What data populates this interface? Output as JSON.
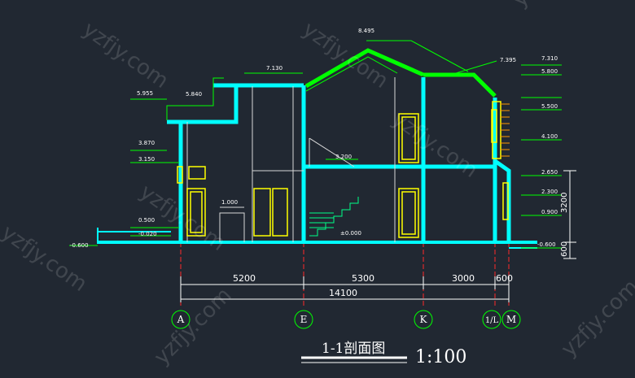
{
  "drawing": {
    "title": "1-1剖面图",
    "scale": "1:100",
    "watermark": "yzfjy.com"
  },
  "elevations": {
    "ridge": "8.495",
    "roof_left": "7.130",
    "right_top_a": "7.395",
    "right_top_b": "7.310",
    "left_5955": "5.955",
    "left_5840": "5.840",
    "left_3870": "3.870",
    "left_3150": "3.150",
    "left_0500": "0.500",
    "left_m0020": "-0.020",
    "left_m0600": "-0.600",
    "mid_3200": "3.200",
    "mid_1000": "1.000",
    "floor_0000": "±0.000",
    "r_5800": "5.800",
    "r_5500": "5.500",
    "r_4100": "4.100",
    "r_2650": "2.650",
    "r_2300": "2.300",
    "r_0900": "0.900",
    "r_m0600": "-0.600"
  },
  "dimensions": {
    "d1": "5200",
    "d2": "5300",
    "d3": "3000",
    "d4": "600",
    "total": "14100",
    "v_3200": "3200",
    "v_600": "600"
  },
  "axes": [
    "A",
    "E",
    "K",
    "1/L",
    "M"
  ],
  "colors": {
    "wall": "#00ffff",
    "roof": "#00ff00",
    "window": "#ffff00",
    "dim": "#ffffff",
    "axis": "#ff2020"
  }
}
